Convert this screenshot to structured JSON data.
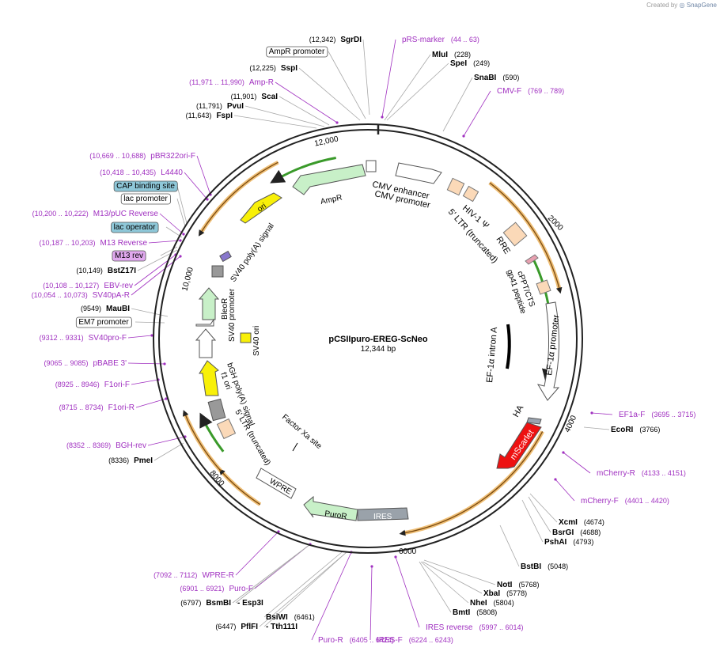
{
  "credit": {
    "prefix": "Created by",
    "brand": "SnapGene"
  },
  "plasmid": {
    "name": "pCSIIpuro-EREG-ScNeo",
    "length": "12,344 bp"
  },
  "colors": {
    "primer": "#a030c0",
    "enzyme_text": "#000000",
    "leader_line": "#a8a8a8",
    "backbone": "#222222",
    "orange_arc": "#e8a43c",
    "green_arrow": "#3a9a2a"
  },
  "ticks": [
    {
      "label": "2000"
    },
    {
      "label": "4000"
    },
    {
      "label": "6000"
    },
    {
      "label": "8000"
    },
    {
      "label": "10,000"
    },
    {
      "label": "12,000"
    }
  ],
  "sites": [
    {
      "id": "sgrdi",
      "type": "enzyme",
      "name": "SgrDI",
      "coord": "(12,342)"
    },
    {
      "id": "prs-marker",
      "type": "primer",
      "name": "pRS-marker",
      "coord": "(44 .. 63)"
    },
    {
      "id": "ampr-promoter-label",
      "type": "boxed",
      "name": "AmpR promoter"
    },
    {
      "id": "mlui",
      "type": "enzyme",
      "name": "MluI",
      "coord": "(228)"
    },
    {
      "id": "spei",
      "type": "enzyme",
      "name": "SpeI",
      "coord": "(249)"
    },
    {
      "id": "sspi",
      "type": "enzyme",
      "name": "SspI",
      "coord": "(12,225)"
    },
    {
      "id": "snabi",
      "type": "enzyme",
      "name": "SnaBI",
      "coord": "(590)"
    },
    {
      "id": "amp-r",
      "type": "primer",
      "name": "Amp-R",
      "coord": "(11,971 .. 11,990)"
    },
    {
      "id": "cmv-f",
      "type": "primer",
      "name": "CMV-F",
      "coord": "(769 .. 789)"
    },
    {
      "id": "scai",
      "type": "enzyme",
      "name": "ScaI",
      "coord": "(11,901)"
    },
    {
      "id": "pvui",
      "type": "enzyme",
      "name": "PvuI",
      "coord": "(11,791)"
    },
    {
      "id": "fspi",
      "type": "enzyme",
      "name": "FspI",
      "coord": "(11,643)"
    },
    {
      "id": "pbr322ori-f",
      "type": "primer",
      "name": "pBR322ori-F",
      "coord": "(10,669 .. 10,688)"
    },
    {
      "id": "l4440",
      "type": "primer",
      "name": "L4440",
      "coord": "(10,418 .. 10,435)"
    },
    {
      "id": "cap-binding-site",
      "type": "box_blue",
      "name": "CAP binding site"
    },
    {
      "id": "lac-promoter",
      "type": "boxed",
      "name": "lac promoter"
    },
    {
      "id": "m13-puc-reverse",
      "type": "primer",
      "name": "M13/pUC Reverse",
      "coord": "(10,200 .. 10,222)"
    },
    {
      "id": "lac-operator",
      "type": "box_blue",
      "name": "lac operator"
    },
    {
      "id": "m13-reverse",
      "type": "primer",
      "name": "M13 Reverse",
      "coord": "(10,187 .. 10,203)"
    },
    {
      "id": "m13-rev",
      "type": "box_purple",
      "name": "M13 rev"
    },
    {
      "id": "bstz17i",
      "type": "enzyme",
      "name": "BstZ17I",
      "coord": "(10,149)"
    },
    {
      "id": "ebv-rev",
      "type": "primer",
      "name": "EBV-rev",
      "coord": "(10,108 .. 10,127)"
    },
    {
      "id": "sv40pa-r",
      "type": "primer",
      "name": "SV40pA-R",
      "coord": "(10,054 .. 10,073)"
    },
    {
      "id": "maubi",
      "type": "enzyme",
      "name": "MauBI",
      "coord": "(9549)"
    },
    {
      "id": "em7-promoter",
      "type": "boxed",
      "name": "EM7 promoter"
    },
    {
      "id": "sv40pro-f",
      "type": "primer",
      "name": "SV40pro-F",
      "coord": "(9312 .. 9331)"
    },
    {
      "id": "pbabe3",
      "type": "primer",
      "name": "pBABE 3'",
      "coord": "(9065 .. 9085)"
    },
    {
      "id": "f1ori-f",
      "type": "primer",
      "name": "F1ori-F",
      "coord": "(8925 .. 8946)"
    },
    {
      "id": "f1ori-r",
      "type": "primer",
      "name": "F1ori-R",
      "coord": "(8715 .. 8734)"
    },
    {
      "id": "ef1a-f",
      "type": "primer",
      "name": "EF1a-F",
      "coord": "(3695 .. 3715)"
    },
    {
      "id": "ecori",
      "type": "enzyme",
      "name": "EcoRI",
      "coord": "(3766)"
    },
    {
      "id": "bgh-rev",
      "type": "primer",
      "name": "BGH-rev",
      "coord": "(8352 .. 8369)"
    },
    {
      "id": "pmei",
      "type": "enzyme",
      "name": "PmeI",
      "coord": "(8336)"
    },
    {
      "id": "mcherry-r",
      "type": "primer",
      "name": "mCherry-R",
      "coord": "(4133 .. 4151)"
    },
    {
      "id": "mcherry-f",
      "type": "primer",
      "name": "mCherry-F",
      "coord": "(4401 .. 4420)"
    },
    {
      "id": "xcmi",
      "type": "enzyme",
      "name": "XcmI",
      "coord": "(4674)"
    },
    {
      "id": "bsrgi",
      "type": "enzyme",
      "name": "BsrGI",
      "coord": "(4688)"
    },
    {
      "id": "pshai",
      "type": "enzyme",
      "name": "PshAI",
      "coord": "(4793)"
    },
    {
      "id": "bstbi",
      "type": "enzyme",
      "name": "BstBI",
      "coord": "(5048)"
    },
    {
      "id": "wpre-r",
      "type": "primer",
      "name": "WPRE-R",
      "coord": "(7092 .. 7112)"
    },
    {
      "id": "noti",
      "type": "enzyme",
      "name": "NotI",
      "coord": "(5768)"
    },
    {
      "id": "puro-f",
      "type": "primer",
      "name": "Puro-F",
      "coord": "(6901 .. 6921)"
    },
    {
      "id": "xbai",
      "type": "enzyme",
      "name": "XbaI",
      "coord": "(5778)"
    },
    {
      "id": "bsmbi",
      "type": "enzyme",
      "name": "BsmBI",
      "coord": "(6797)"
    },
    {
      "id": "esp3i",
      "type": "enzyme_dash",
      "name": "Esp3I"
    },
    {
      "id": "nhei",
      "type": "enzyme",
      "name": "NheI",
      "coord": "(5804)"
    },
    {
      "id": "bmti",
      "type": "enzyme",
      "name": "BmtI",
      "coord": "(5808)"
    },
    {
      "id": "bsiwi",
      "type": "enzyme",
      "name": "BsiWI",
      "coord": "(6461)"
    },
    {
      "id": "ires-reverse",
      "type": "primer",
      "name": "IRES reverse",
      "coord": "(5997 .. 6014)"
    },
    {
      "id": "pflfi",
      "type": "enzyme",
      "name": "PflFI",
      "coord": "(6447)"
    },
    {
      "id": "tth111i",
      "type": "enzyme_dash",
      "name": "Tth111I"
    },
    {
      "id": "puro-r",
      "type": "primer",
      "name": "Puro-R",
      "coord": "(6405 .. 6424)"
    },
    {
      "id": "ires-f",
      "type": "primer",
      "name": "IRES-F",
      "coord": "(6224 .. 6243)"
    }
  ],
  "features": [
    {
      "id": "ampr",
      "label": "AmpR"
    },
    {
      "id": "cmv-enhancer",
      "label": "CMV enhancer"
    },
    {
      "id": "cmv-promoter",
      "label": "CMV promoter"
    },
    {
      "id": "hiv-psi",
      "label": "HIV-1 Ψ"
    },
    {
      "id": "ltr-trunc-top",
      "label": "5' LTR (truncated)"
    },
    {
      "id": "rre",
      "label": "RRE"
    },
    {
      "id": "cppt-cts",
      "label": "cPPT/CTS"
    },
    {
      "id": "gp41",
      "label": "gp41 peptide"
    },
    {
      "id": "ef1a-promoter",
      "label": "EF-1α promoter"
    },
    {
      "id": "ef1a-intron",
      "label": "EF-1α intron A"
    },
    {
      "id": "ori",
      "label": "ori"
    },
    {
      "id": "sv40-polya",
      "label": "SV40 poly(A) signal"
    },
    {
      "id": "bleor",
      "label": "BleoR"
    },
    {
      "id": "sv40-promoter",
      "label": "SV40 promoter"
    },
    {
      "id": "sv40-ori",
      "label": "SV40 ori"
    },
    {
      "id": "bgh-polya",
      "label": "bGH poly(A) signal"
    },
    {
      "id": "f1-ori",
      "label": "f1 ori"
    },
    {
      "id": "ltr-trunc-bottom",
      "label": "5' LTR (truncated)"
    },
    {
      "id": "factor-xa",
      "label": "Factor Xa site"
    },
    {
      "id": "wpre",
      "label": "WPRE"
    },
    {
      "id": "puror",
      "label": "PuroR"
    },
    {
      "id": "ires",
      "label": "IRES"
    },
    {
      "id": "ha",
      "label": "HA"
    },
    {
      "id": "mscarlet",
      "label": "mScarlet"
    }
  ]
}
